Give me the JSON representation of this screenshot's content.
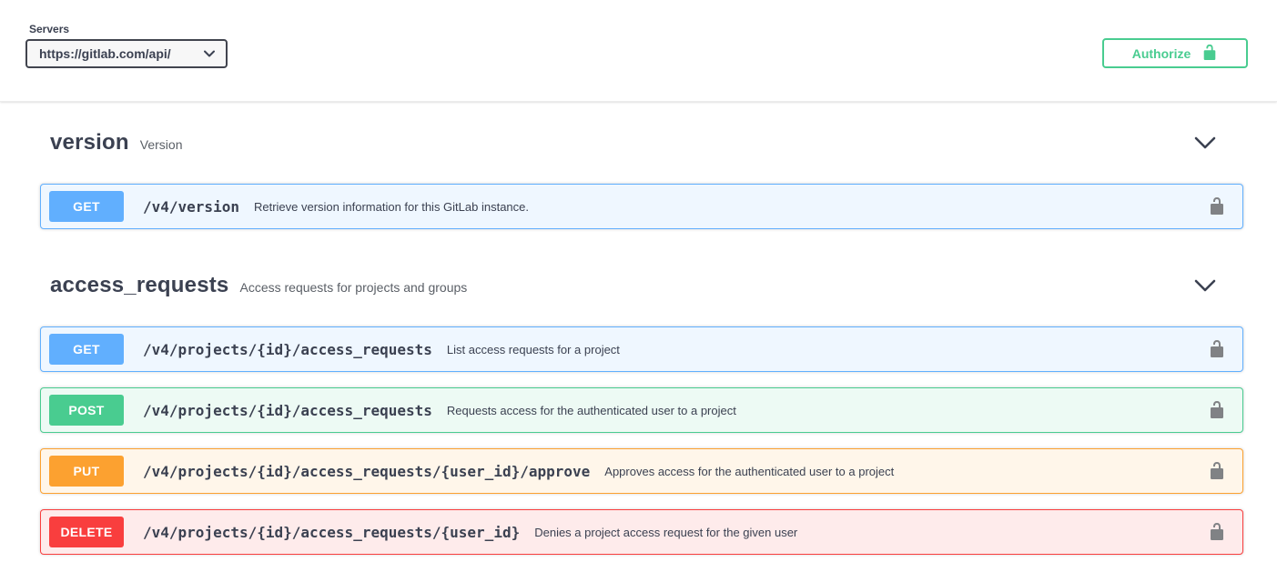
{
  "servers": {
    "label": "Servers",
    "selected_url": "https://gitlab.com/api/"
  },
  "authorize": {
    "label": "Authorize"
  },
  "colors": {
    "accent_green": "#49cc90",
    "method_get": "#61affe",
    "method_post": "#49cc90",
    "method_put": "#fca130",
    "method_delete": "#f93e3e",
    "heading_text": "#3b4151"
  },
  "icons": {
    "select_chevron": "chevron-down-icon",
    "authorize_lock": "unlocked-padlock-icon",
    "section_chevron": "chevron-down-icon",
    "row_lock": "unlocked-padlock-icon"
  },
  "sections": [
    {
      "name": "version",
      "description": "Version",
      "operations": [
        {
          "method": "GET",
          "path": "/v4/version",
          "summary": "Retrieve version information for this GitLab instance."
        }
      ]
    },
    {
      "name": "access_requests",
      "description": "Access requests for projects and groups",
      "operations": [
        {
          "method": "GET",
          "path": "/v4/projects/{id}/access_requests",
          "summary": "List access requests for a project"
        },
        {
          "method": "POST",
          "path": "/v4/projects/{id}/access_requests",
          "summary": "Requests access for the authenticated user to a project"
        },
        {
          "method": "PUT",
          "path": "/v4/projects/{id}/access_requests/{user_id}/approve",
          "summary": "Approves access for the authenticated user to a project"
        },
        {
          "method": "DELETE",
          "path": "/v4/projects/{id}/access_requests/{user_id}",
          "summary": "Denies a project access request for the given user"
        }
      ]
    }
  ]
}
